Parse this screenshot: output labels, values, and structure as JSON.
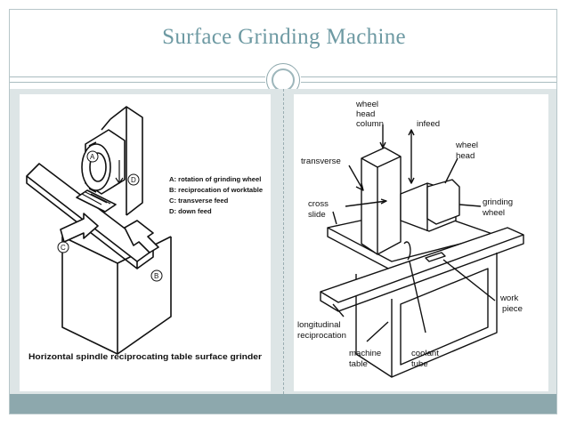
{
  "slide": {
    "title": "Surface Grinding Machine"
  },
  "left_figure": {
    "legend": [
      "A: rotation of grinding wheel",
      "B: reciprocation of worktable",
      "C: transverse feed",
      "D: down feed"
    ],
    "markers": [
      "A",
      "B",
      "C",
      "D"
    ],
    "caption": "Horizontal spindle reciprocating table surface grinder"
  },
  "right_figure": {
    "labels": {
      "wheel_head_column_1": "wheel",
      "wheel_head_column_2": "head",
      "wheel_head_column_3": "column",
      "infeed": "infeed",
      "wheel_head_1": "wheel",
      "wheel_head_2": "head",
      "transverse": "transverse",
      "cross_slide_1": "cross",
      "cross_slide_2": "slide",
      "grinding_wheel_1": "grinding",
      "grinding_wheel_2": "wheel",
      "work_piece_1": "work",
      "work_piece_2": "piece",
      "longitudinal_1": "longitudinal",
      "longitudinal_2": "reciprocation",
      "machine_table_1": "machine",
      "machine_table_2": "table",
      "coolant_tube_1": "coolant",
      "coolant_tube_2": "tube"
    }
  }
}
